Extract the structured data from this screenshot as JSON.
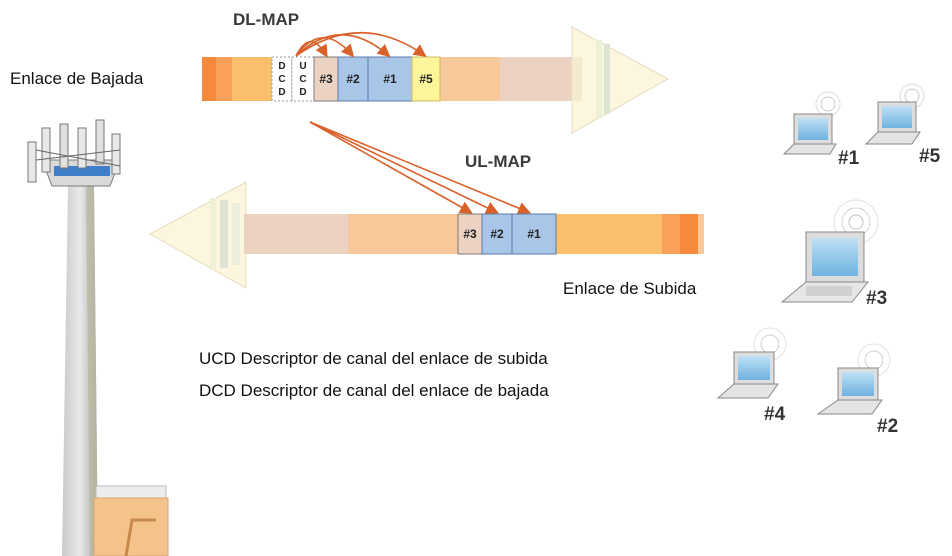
{
  "labels": {
    "dl_map": "DL-MAP",
    "ul_map": "UL-MAP",
    "downlink": "Enlace de Bajada",
    "uplink": "Enlace de Subida"
  },
  "downlink_frame": {
    "dcd_letters": [
      "D",
      "C",
      "D"
    ],
    "ucd_letters": [
      "U",
      "C",
      "D"
    ],
    "bursts": [
      "#3",
      "#2",
      "#1",
      "#5"
    ]
  },
  "uplink_frame": {
    "bursts": [
      "#3",
      "#2",
      "#1"
    ]
  },
  "legend": {
    "ucd": "UCD Descriptor de canal del enlace de subida",
    "dcd": "DCD Descriptor de canal del enlace de bajada"
  },
  "stations": {
    "s1": "#1",
    "s5": "#5",
    "s3": "#3",
    "s4": "#4",
    "s2": "#2"
  },
  "colors": {
    "orange_dark": "#f58a3a",
    "orange_mid": "#f9b46a",
    "peach": "#f7c89a",
    "pale_pink": "#ecd3c1",
    "blue_burst": "#a9c6e8",
    "yellow_burst": "#fdf59a",
    "arrow_head": "#fdf6df",
    "curve_arrow": "#d9612a"
  }
}
